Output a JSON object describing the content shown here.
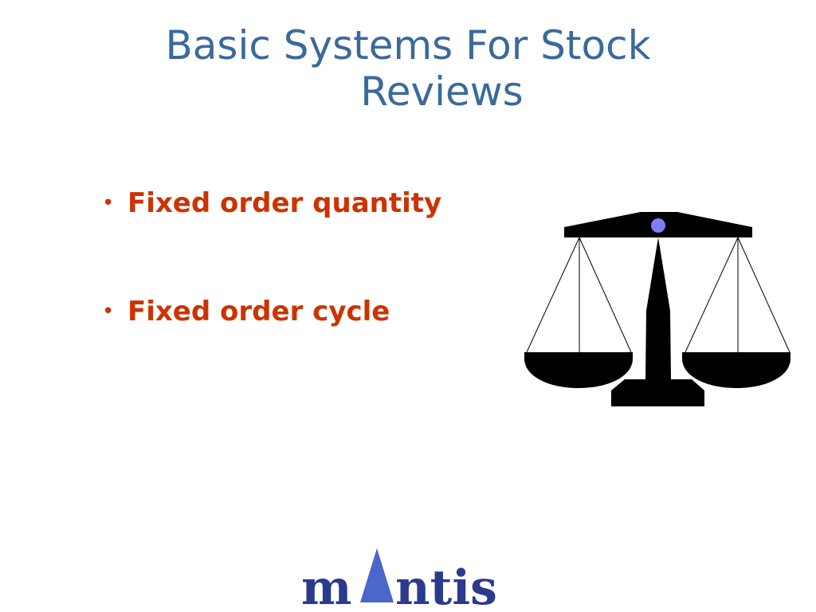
{
  "slide": {
    "title_line1": "Basic Systems For Stock",
    "title_line2": "Reviews",
    "bullets": [
      {
        "marker": "•",
        "text": "Fixed order quantity"
      },
      {
        "marker": "•",
        "text": "Fixed order cycle"
      }
    ]
  },
  "illustration": {
    "icon": "balance-scale-icon",
    "pivot_color": "#7f7ff5",
    "fill_color": "#000000"
  },
  "logo": {
    "prefix": "m",
    "suffix": "ntis",
    "text_color": "#2b3a8c",
    "triangle_color": "#4b67c9"
  },
  "colors": {
    "title": "#3a6a9b",
    "bullet": "#cc3300"
  }
}
